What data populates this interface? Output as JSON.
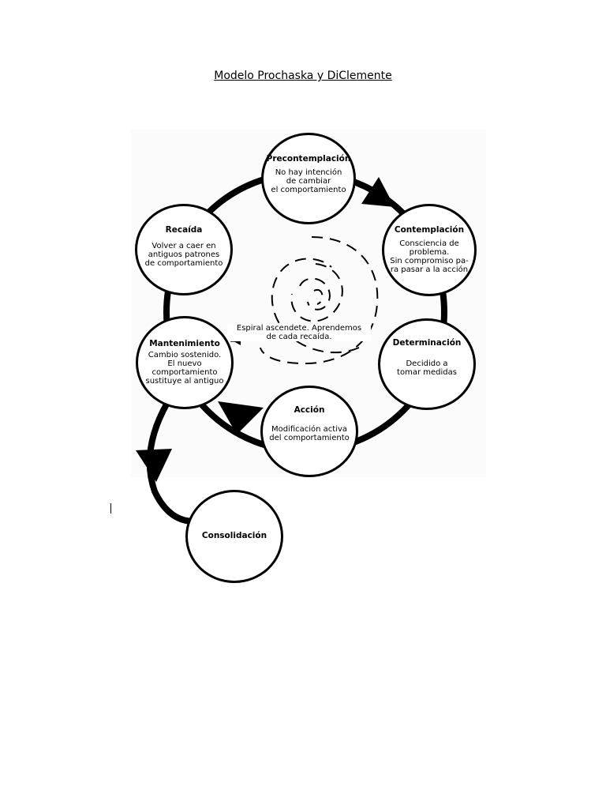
{
  "title": "Modelo Prochaska y DiClemente",
  "stages": {
    "precontemplacion": {
      "title": "Precontemplación",
      "description": "No hay intención\nde cambiar\nel comportamiento"
    },
    "contemplacion": {
      "title": "Contemplación",
      "description": "Consciencia de\nproblema.\nSin compromiso pa-\nra pasar a la acción"
    },
    "determinacion": {
      "title": "Determinación",
      "description": "Decidido a\ntomar medidas"
    },
    "accion": {
      "title": "Acción",
      "description": "Modificación activa\ndel comportamiento"
    },
    "mantenimiento": {
      "title": "Mantenimiento",
      "description": "Cambio sostenido.\nEl nuevo\ncomportamiento\nsustituye al antiguo"
    },
    "recaida": {
      "title": "Recaída",
      "description": "Volver a caer en\nantiguos patrones\nde comportamiento"
    },
    "consolidacion": {
      "title": "Consolidación",
      "description": ""
    }
  },
  "spiral_caption": "Espiral ascendete. Aprendemos\nde cada recaída."
}
